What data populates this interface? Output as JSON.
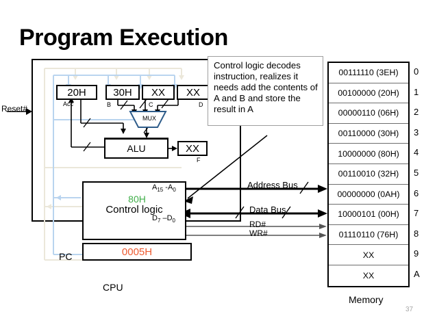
{
  "slide": {
    "title": "Program Execution",
    "page_number": "37"
  },
  "cpu": {
    "label": "CPU",
    "reset_label": "Reset#",
    "registers": [
      {
        "value": "20H",
        "name": "Acc"
      },
      {
        "value": "30H",
        "name": "B"
      },
      {
        "value": "XX",
        "name": "C"
      },
      {
        "value": "XX",
        "name": "D"
      }
    ],
    "mux_label": "MUX",
    "alu_label": "ALU",
    "flag_register": {
      "value": "XX",
      "name": "F"
    },
    "control_logic": {
      "title": "Control logic",
      "current_value": "80H",
      "current_value_color": "#3FAE49",
      "address_lines": "A15 -A0",
      "address_lines_prefix": "A",
      "address_lines_sub1": "15",
      "address_lines_mid": " -A",
      "address_lines_sub2": "0",
      "data_lines_prefix": "D",
      "data_lines_sub1": "7",
      "data_lines_mid": " –D",
      "data_lines_sub2": "0"
    },
    "program_counter": {
      "label": "PC",
      "value": "0005H",
      "value_color": "#ED5A30"
    }
  },
  "callout": {
    "text": "Control logic decodes instruction, realizes it needs add the contents of A and B and store the result in A"
  },
  "buses": {
    "address_bus": "Address Bus",
    "data_bus": "Data Bus",
    "read_strobe": "RD#",
    "write_strobe": "WR#"
  },
  "memory": {
    "label": "Memory",
    "cells": [
      {
        "address": "0",
        "value": "00111110 (3EH)"
      },
      {
        "address": "1",
        "value": "00100000 (20H)"
      },
      {
        "address": "2",
        "value": "00000110 (06H)"
      },
      {
        "address": "3",
        "value": "00110000 (30H)"
      },
      {
        "address": "4",
        "value": "10000000 (80H)"
      },
      {
        "address": "5",
        "value": "00110010 (32H)"
      },
      {
        "address": "6",
        "value": "00000000 (0AH)"
      },
      {
        "address": "7",
        "value": "10000101 (00H)"
      },
      {
        "address": "8",
        "value": "01110110 (76H)"
      },
      {
        "address": "9",
        "value": "XX"
      },
      {
        "address": "A",
        "value": "XX"
      }
    ]
  }
}
